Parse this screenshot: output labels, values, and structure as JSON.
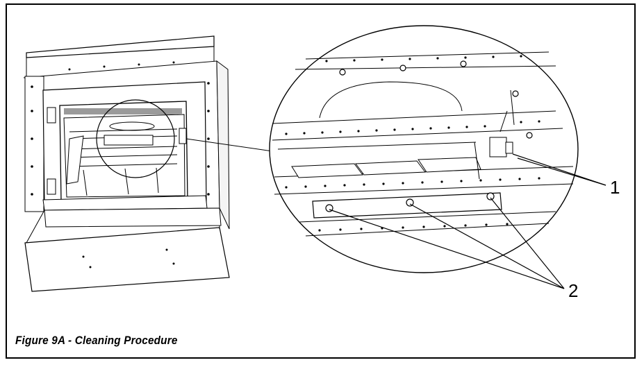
{
  "figure": {
    "caption": "Figure 9A - Cleaning Procedure",
    "callouts": [
      {
        "id": "1",
        "label": "1"
      },
      {
        "id": "2",
        "label": "2"
      }
    ]
  },
  "colors": {
    "line": "#000000",
    "background": "#ffffff",
    "shade": "#9a9a9a"
  }
}
